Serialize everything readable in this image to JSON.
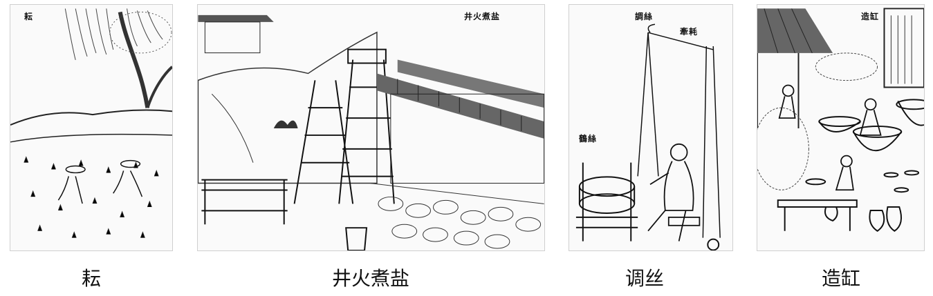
{
  "panels": [
    {
      "inner_label": "耘",
      "caption": "耘"
    },
    {
      "inner_label": "井火煮盐",
      "caption": "井火煮盐"
    },
    {
      "inner_label": "調絲",
      "inner_label_2": "牽耗",
      "inner_label_3": "鶴絲",
      "caption": "调丝"
    },
    {
      "inner_label": "造缸",
      "caption": "造缸"
    }
  ]
}
